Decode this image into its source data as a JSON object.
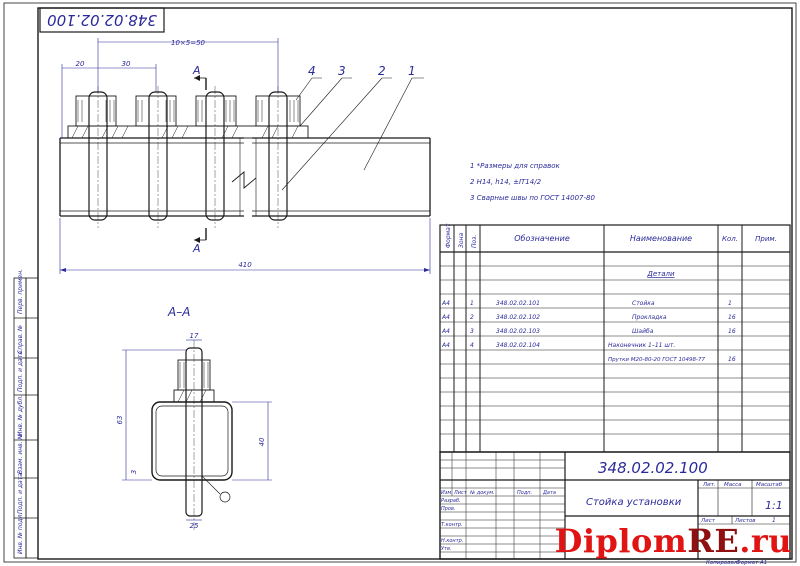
{
  "title_stamp": "348.02.02.100",
  "designation": "348.02.02.100",
  "title": "Стойка установки",
  "sheet_label": "Лист",
  "sheets_label": "Листов",
  "sheets_count": "1",
  "letter_label": "Лит.",
  "mass_label": "Масса",
  "scale_label": "Масштаб",
  "scale_value": "1:1",
  "format_label": "Формат",
  "format_value": "А1",
  "copied_label": "Копировал",
  "dims": {
    "overall_top": "10×5=50",
    "d20": "20",
    "d30": "30",
    "length": "410",
    "h63": "63",
    "h40": "40",
    "w25": "25",
    "w17": "17",
    "t3": "3"
  },
  "section_letter_top": "А",
  "section_letter_bottom": "А",
  "section_title": "А–А",
  "callouts": [
    "4",
    "3",
    "2",
    "1"
  ],
  "notes": [
    "1 *Размеры для справок",
    "2 Н14, h14, ±IT14/2",
    "3 Сварные швы по ГОСТ 14007-80"
  ],
  "spec_header": [
    "Формат",
    "Зона",
    "Поз.",
    "Обозначение",
    "Наименование",
    "Кол.",
    "Прим."
  ],
  "spec_section": "Детали",
  "spec_rows": [
    {
      "fmt": "А4",
      "zone": "",
      "pos": "1",
      "desig": "348.02.02.101",
      "name": "Стойка",
      "qty": "1",
      "note": ""
    },
    {
      "fmt": "А4",
      "zone": "",
      "pos": "2",
      "desig": "348.02.02.102",
      "name": "Прокладка",
      "qty": "16",
      "note": ""
    },
    {
      "fmt": "А4",
      "zone": "",
      "pos": "3",
      "desig": "348.02.02.103",
      "name": "Шайба",
      "qty": "16",
      "note": ""
    },
    {
      "fmt": "А4",
      "zone": "",
      "pos": "4",
      "desig": "348.02.02.104",
      "name": "Наконечник 1–11 шт.",
      "qty": "",
      "note": ""
    },
    {
      "fmt": "",
      "zone": "",
      "pos": "",
      "desig": "",
      "name": "Прутки М20-80-20 ГОСТ 10498-77",
      "qty": "16",
      "note": ""
    }
  ],
  "title_block_labels": [
    "Изм.",
    "Лист",
    "№ докум.",
    "Подп.",
    "Дата"
  ],
  "title_block_roles": [
    "Разраб.",
    "Пров.",
    "Т.контр.",
    "Н.контр.",
    "Утв."
  ],
  "side_labels": [
    "Перв. примен.",
    "Справ. №",
    "Подп. и дата",
    "Инв. № дубл.",
    "Взам. инв. №",
    "Подп. и дата",
    "Инв. № подл."
  ],
  "watermark": {
    "main": "Diplom",
    "suffix": "RE",
    "tld": ".ru"
  }
}
